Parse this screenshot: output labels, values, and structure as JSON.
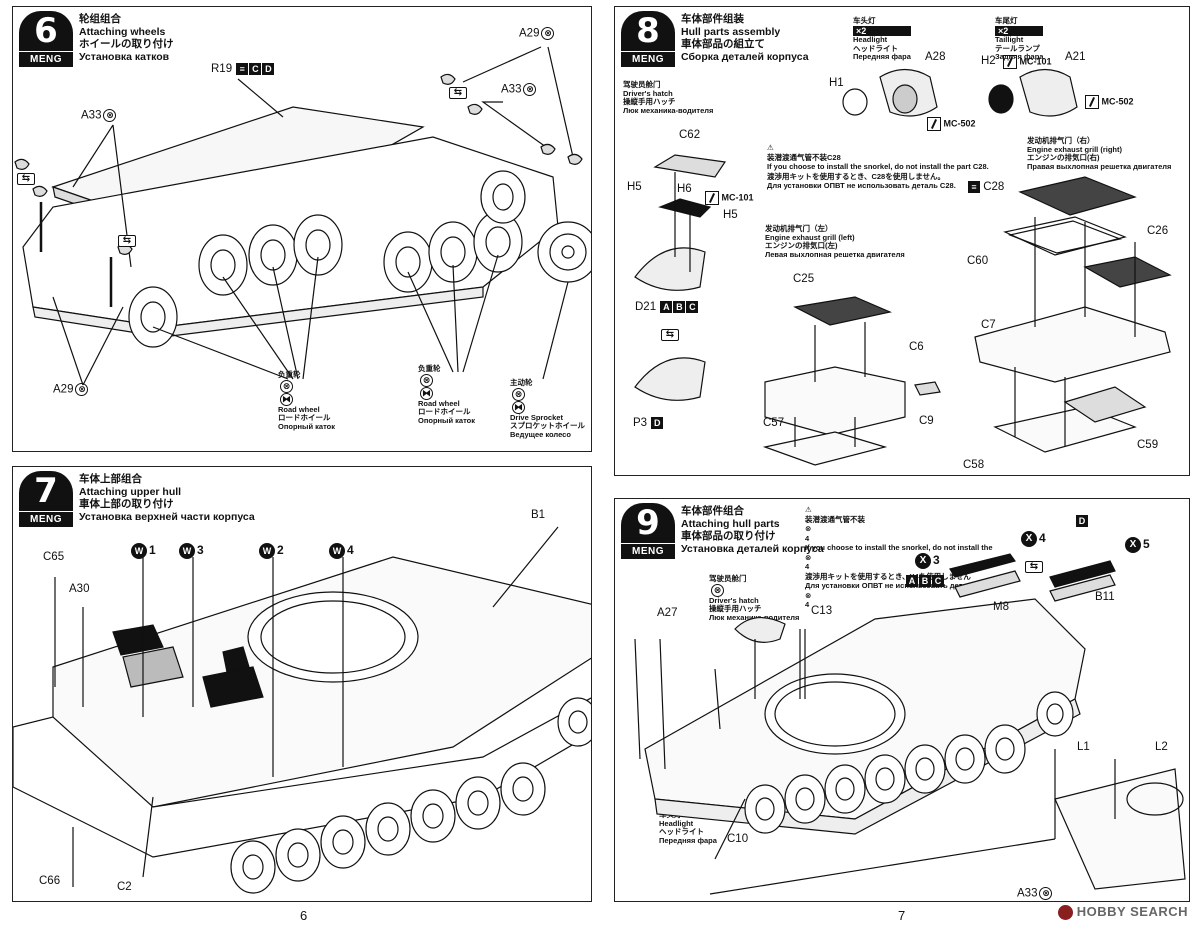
{
  "brand": "MENG",
  "pages": {
    "left": "6",
    "right": "7"
  },
  "watermark": "HOBBY SEARCH",
  "step6": {
    "num": "6",
    "zh": "轮组组合",
    "en": "Attaching wheels",
    "ja": "ホイールの取り付け",
    "ru": "Установка катков",
    "labels": {
      "a29_top": "A29",
      "a33_left": "A33",
      "r19": "R19",
      "a33_right": "A33",
      "a29_bottom": "A29"
    },
    "road_wheel_1": {
      "zh": "负重轮",
      "en": "Road wheel",
      "ja": "ロードホイール",
      "ru": "Опорный каток"
    },
    "road_wheel_2": {
      "zh": "负重轮",
      "en": "Road wheel",
      "ja": "ロードホイール",
      "ru": "Опорный каток"
    },
    "sprocket": {
      "zh": "主动轮",
      "en": "Drive Sprocket",
      "ja": "スプロケットホイール",
      "ru": "Ведущее колесо"
    },
    "codes": {
      "c": "C",
      "d": "D"
    }
  },
  "step7": {
    "num": "7",
    "zh": "车体上部组合",
    "en": "Attaching upper hull",
    "ja": "車体上部の取り付け",
    "ru": "Установка верхней части корпуса",
    "labels": {
      "b1": "B1",
      "c65": "C65",
      "a30": "A30",
      "c66": "C66",
      "c2": "C2"
    },
    "w": [
      "1",
      "3",
      "2",
      "4"
    ]
  },
  "step8": {
    "num": "8",
    "zh": "车体部件组装",
    "en": "Hull parts assembly",
    "ja": "車体部品の組立て",
    "ru": "Сборка деталей корпуса",
    "headlight": {
      "zh": "车头灯",
      "en": "Headlight",
      "ja": "ヘッドライト",
      "ru": "Передняя фара",
      "mult": "×2"
    },
    "taillight": {
      "zh": "车尾灯",
      "en": "Taillight",
      "ja": "テールランプ",
      "ru": "Задняя фара",
      "mult": "×2"
    },
    "hatch": {
      "zh": "驾驶员舱门",
      "en": "Driver's hatch",
      "ja": "操縦手用ハッチ",
      "ru": "Люк механика-водителя"
    },
    "warning": {
      "zh": "装潜渡通气管不装C28",
      "en": "If you choose to install the snorkel, do not install the part C28.",
      "ja": "渡渉用キットを使用するとき、C28を使用しません。",
      "ru": "Для установки ОПВТ не использовать деталь C28."
    },
    "grill_left": {
      "zh": "发动机排气门（左）",
      "en": "Engine exhaust grill (left)",
      "ja": "エンジンの排気口(左)",
      "ru": "Левая выхлопная решетка двигателя"
    },
    "grill_right": {
      "zh": "发动机排气门（右）",
      "en": "Engine exhaust grill (right)",
      "ja": "エンジンの排気口(右)",
      "ru": "Правая выхлопная решетка двигателя"
    },
    "labels": {
      "h1": "H1",
      "a28": "A28",
      "mc502a": "MC-502",
      "h2": "H2",
      "mc101a": "MC-101",
      "a21": "A21",
      "mc502b": "MC-502",
      "c62": "C62",
      "h5a": "H5",
      "h6": "H6",
      "mc101b": "MC-101",
      "h5b": "H5",
      "d21": "D21",
      "p3": "P3",
      "c28": "C28",
      "c26": "C26",
      "c60": "C60",
      "c25": "C25",
      "c6": "C6",
      "c7": "C7",
      "c9": "C9",
      "c57": "C57",
      "c59": "C59",
      "c58": "C58"
    }
  },
  "step9": {
    "num": "9",
    "zh": "车体部件组合",
    "en": "Attaching hull parts",
    "ja": "車体部品の取り付け",
    "ru": "Установка деталей корпуса",
    "warning": {
      "zh": "装潜渡通气管不装",
      "en": "If you choose to install the snorkel, do not install the",
      "ja": "渡渉用キットを使用するとき、X4を使用しません",
      "ru": "Для установки ОПВТ не использовать деталь",
      "x": "4"
    },
    "hatch": {
      "zh": "驾驶员舱门",
      "en": "Driver's hatch",
      "ja": "操縦手用ハッチ",
      "ru": "Люк механика-водителя"
    },
    "headlight": {
      "zh": "车头灯",
      "en": "Headlight",
      "ja": "ヘッドライト",
      "ru": "Передняя фара"
    },
    "x": [
      "3",
      "4",
      "5"
    ],
    "labels": {
      "d": "D",
      "m8": "M8",
      "b11": "B11",
      "a27": "A27",
      "c13": "C13",
      "l1": "L1",
      "l2": "L2",
      "c10": "C10",
      "a33": "A33"
    }
  }
}
